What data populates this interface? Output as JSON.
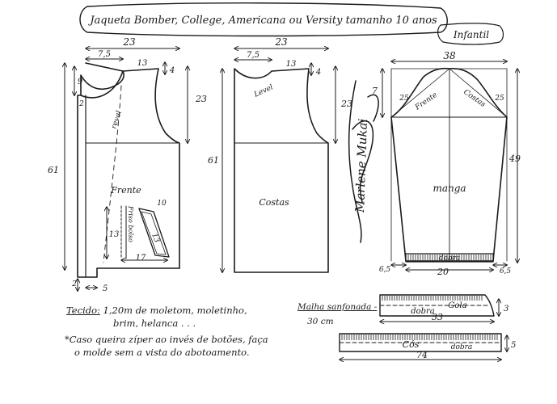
{
  "title": "Jaqueta Bomber, College, Americana ou Versity tamanho 10 anos",
  "subtitle": "Infantil",
  "front": {
    "label": "Frente",
    "width": "23",
    "neck_width": "7,5",
    "shoulder": "13",
    "shoulder_drop": "4",
    "neck_depth": "9",
    "armhole": "23",
    "length": "61",
    "grain": "reval",
    "placket": "2",
    "hem_width": "5",
    "hem_height": "2",
    "pocket_height": "13",
    "pocket_width": "17",
    "pocket_depth": "10",
    "pocket_label": "Friso bolso",
    "pocket_inner": "13"
  },
  "back": {
    "label": "Costas",
    "width": "23",
    "neck_width": "7,5",
    "shoulder": "13",
    "shoulder_drop": "4",
    "armhole": "23",
    "length": "61",
    "neck_label": "Level"
  },
  "sleeve": {
    "label": "manga",
    "width": "38",
    "cap_height": "7",
    "curve_left": "25",
    "curve_right": "25",
    "front_label": "Frente",
    "back_label": "Costas",
    "length": "49",
    "cuff_label": "dobra",
    "cuff_width": "20",
    "side_left": "6,5",
    "side_right": "6,5"
  },
  "signature": "Marlene Mukai",
  "fabric_note": {
    "label": "Tecido:",
    "line1": "1,20m de moletom, moletinho,",
    "line2": "brim, helanca . . ."
  },
  "zipper_note": {
    "line1": "*Caso queira zíper ao invés de botões, faça",
    "line2": "o molde sem a vista do abotoamento."
  },
  "ribbing_note": {
    "label": "Malha sanfonada -",
    "value": "30 cm"
  },
  "collar": {
    "fold_label": "dobra",
    "label": "Gola",
    "width": "33",
    "height": "3"
  },
  "waistband": {
    "label": "Cós",
    "fold_label": "dobra",
    "width": "74",
    "height": "5"
  }
}
